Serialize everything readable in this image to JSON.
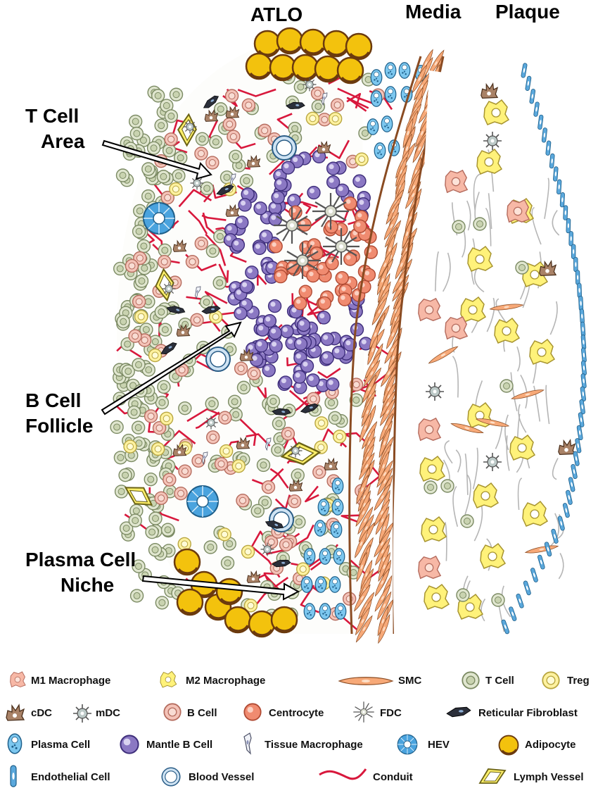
{
  "headers": {
    "atlo": "ATLO",
    "media": "Media",
    "plaque": "Plaque"
  },
  "callouts": {
    "t_cell_area": [
      "T Cell",
      "Area"
    ],
    "b_cell_follicle": [
      "B Cell",
      "Follicle"
    ],
    "plasma_cell_niche": [
      "Plasma Cell",
      "Niche"
    ]
  },
  "legend": [
    {
      "key": "m1_macrophage",
      "label": "M1 Macrophage",
      "icon": "m1-macrophage-icon"
    },
    {
      "key": "m2_macrophage",
      "label": "M2 Macrophage",
      "icon": "m2-macrophage-icon"
    },
    {
      "key": "smc",
      "label": "SMC",
      "icon": "smc-icon"
    },
    {
      "key": "t_cell",
      "label": "T Cell",
      "icon": "t-cell-icon"
    },
    {
      "key": "treg",
      "label": "Treg",
      "icon": "treg-icon"
    },
    {
      "key": "cdc",
      "label": "cDC",
      "icon": "cdc-icon"
    },
    {
      "key": "mdc",
      "label": "mDC",
      "icon": "mdc-icon"
    },
    {
      "key": "b_cell",
      "label": "B Cell",
      "icon": "b-cell-icon"
    },
    {
      "key": "centrocyte",
      "label": "Centrocyte",
      "icon": "centrocyte-icon"
    },
    {
      "key": "fdc",
      "label": "FDC",
      "icon": "fdc-icon"
    },
    {
      "key": "reticular_fibroblast",
      "label": "Reticular Fibroblast",
      "icon": "reticular-fibroblast-icon"
    },
    {
      "key": "plasma_cell",
      "label": "Plasma Cell",
      "icon": "plasma-cell-icon"
    },
    {
      "key": "mantle_b_cell",
      "label": "Mantle B Cell",
      "icon": "mantle-b-cell-icon"
    },
    {
      "key": "tissue_macrophage",
      "label": "Tissue Macrophage",
      "icon": "tissue-macrophage-icon"
    },
    {
      "key": "hev",
      "label": "HEV",
      "icon": "hev-icon"
    },
    {
      "key": "adipocyte",
      "label": "Adipocyte",
      "icon": "adipocyte-icon"
    },
    {
      "key": "endothelial_cell",
      "label": "Endothelial Cell",
      "icon": "endothelial-cell-icon"
    },
    {
      "key": "blood_vessel",
      "label": "Blood Vessel",
      "icon": "blood-vessel-icon"
    },
    {
      "key": "conduit",
      "label": "Conduit",
      "icon": "conduit-icon"
    },
    {
      "key": "lymph_vessel",
      "label": "Lymph Vessel",
      "icon": "lymph-vessel-icon"
    }
  ],
  "colors": {
    "conduit": "#d8183c",
    "t_cell_fill": "#e0e6cf",
    "t_cell_stroke": "#7b8a63",
    "b_cell_fill": "#f4c3b8",
    "b_cell_stroke": "#b56c5e",
    "mantle_b_cell_fill": "#8b78c3",
    "mantle_b_cell_stroke": "#3d2d7a",
    "centrocyte_fill": "#f08b70",
    "centrocyte_stroke": "#b04a33",
    "treg_fill": "#fff2a0",
    "treg_stroke": "#b8a640",
    "macrophage_m1_fill": "#f7b8a6",
    "macrophage_m2_fill": "#fff27a",
    "smc_fill": "#f7a978",
    "smc_stroke": "#8a4b22",
    "plasma_cell_fill": "#7cc7ef",
    "hev_fill": "#4aa3de",
    "adipocyte_fill": "#f3c20d",
    "adipocyte_stroke": "#6b3a0e",
    "endothelial_fill": "#5aa8dc",
    "cdc_fill": "#a98267",
    "fibroblast_fill": "#2b2f3a"
  }
}
